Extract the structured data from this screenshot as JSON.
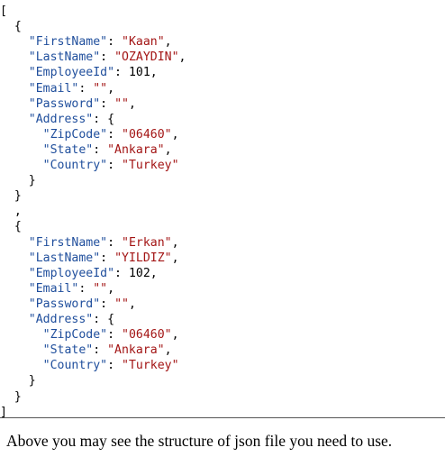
{
  "code": {
    "lines": [
      [
        {
          "t": "[",
          "k": "punc"
        }
      ],
      [
        {
          "t": "  {",
          "k": "punc"
        }
      ],
      [
        {
          "t": "    ",
          "k": "punc"
        },
        {
          "t": "\"FirstName\"",
          "k": "key"
        },
        {
          "t": ": ",
          "k": "punc"
        },
        {
          "t": "\"Kaan\"",
          "k": "str"
        },
        {
          "t": ",",
          "k": "punc"
        }
      ],
      [
        {
          "t": "    ",
          "k": "punc"
        },
        {
          "t": "\"LastName\"",
          "k": "key"
        },
        {
          "t": ": ",
          "k": "punc"
        },
        {
          "t": "\"OZAYDIN\"",
          "k": "str"
        },
        {
          "t": ",",
          "k": "punc"
        }
      ],
      [
        {
          "t": "    ",
          "k": "punc"
        },
        {
          "t": "\"EmployeeId\"",
          "k": "key"
        },
        {
          "t": ": ",
          "k": "punc"
        },
        {
          "t": "101",
          "k": "num"
        },
        {
          "t": ",",
          "k": "punc"
        }
      ],
      [
        {
          "t": "    ",
          "k": "punc"
        },
        {
          "t": "\"Email\"",
          "k": "key"
        },
        {
          "t": ": ",
          "k": "punc"
        },
        {
          "t": "\"\"",
          "k": "str"
        },
        {
          "t": ",",
          "k": "punc"
        }
      ],
      [
        {
          "t": "    ",
          "k": "punc"
        },
        {
          "t": "\"Password\"",
          "k": "key"
        },
        {
          "t": ": ",
          "k": "punc"
        },
        {
          "t": "\"\"",
          "k": "str"
        },
        {
          "t": ",",
          "k": "punc"
        }
      ],
      [
        {
          "t": "    ",
          "k": "punc"
        },
        {
          "t": "\"Address\"",
          "k": "key"
        },
        {
          "t": ": {",
          "k": "punc"
        }
      ],
      [
        {
          "t": "      ",
          "k": "punc"
        },
        {
          "t": "\"ZipCode\"",
          "k": "key"
        },
        {
          "t": ": ",
          "k": "punc"
        },
        {
          "t": "\"06460\"",
          "k": "str"
        },
        {
          "t": ",",
          "k": "punc"
        }
      ],
      [
        {
          "t": "      ",
          "k": "punc"
        },
        {
          "t": "\"State\"",
          "k": "key"
        },
        {
          "t": ": ",
          "k": "punc"
        },
        {
          "t": "\"Ankara\"",
          "k": "str"
        },
        {
          "t": ",",
          "k": "punc"
        }
      ],
      [
        {
          "t": "      ",
          "k": "punc"
        },
        {
          "t": "\"Country\"",
          "k": "key"
        },
        {
          "t": ": ",
          "k": "punc"
        },
        {
          "t": "\"Turkey\"",
          "k": "str"
        }
      ],
      [
        {
          "t": "    }",
          "k": "punc"
        }
      ],
      [
        {
          "t": "  }",
          "k": "punc"
        }
      ],
      [
        {
          "t": "  ,",
          "k": "punc"
        }
      ],
      [
        {
          "t": "  {",
          "k": "punc"
        }
      ],
      [
        {
          "t": "    ",
          "k": "punc"
        },
        {
          "t": "\"FirstName\"",
          "k": "key"
        },
        {
          "t": ": ",
          "k": "punc"
        },
        {
          "t": "\"Erkan\"",
          "k": "str"
        },
        {
          "t": ",",
          "k": "punc"
        }
      ],
      [
        {
          "t": "    ",
          "k": "punc"
        },
        {
          "t": "\"LastName\"",
          "k": "key"
        },
        {
          "t": ": ",
          "k": "punc"
        },
        {
          "t": "\"YILDIZ\"",
          "k": "str"
        },
        {
          "t": ",",
          "k": "punc"
        }
      ],
      [
        {
          "t": "    ",
          "k": "punc"
        },
        {
          "t": "\"EmployeeId\"",
          "k": "key"
        },
        {
          "t": ": ",
          "k": "punc"
        },
        {
          "t": "102",
          "k": "num"
        },
        {
          "t": ",",
          "k": "punc"
        }
      ],
      [
        {
          "t": "    ",
          "k": "punc"
        },
        {
          "t": "\"Email\"",
          "k": "key"
        },
        {
          "t": ": ",
          "k": "punc"
        },
        {
          "t": "\"\"",
          "k": "str"
        },
        {
          "t": ",",
          "k": "punc"
        }
      ],
      [
        {
          "t": "    ",
          "k": "punc"
        },
        {
          "t": "\"Password\"",
          "k": "key"
        },
        {
          "t": ": ",
          "k": "punc"
        },
        {
          "t": "\"\"",
          "k": "str"
        },
        {
          "t": ",",
          "k": "punc"
        }
      ],
      [
        {
          "t": "    ",
          "k": "punc"
        },
        {
          "t": "\"Address\"",
          "k": "key"
        },
        {
          "t": ": {",
          "k": "punc"
        }
      ],
      [
        {
          "t": "      ",
          "k": "punc"
        },
        {
          "t": "\"ZipCode\"",
          "k": "key"
        },
        {
          "t": ": ",
          "k": "punc"
        },
        {
          "t": "\"06460\"",
          "k": "str"
        },
        {
          "t": ",",
          "k": "punc"
        }
      ],
      [
        {
          "t": "      ",
          "k": "punc"
        },
        {
          "t": "\"State\"",
          "k": "key"
        },
        {
          "t": ": ",
          "k": "punc"
        },
        {
          "t": "\"Ankara\"",
          "k": "str"
        },
        {
          "t": ",",
          "k": "punc"
        }
      ],
      [
        {
          "t": "      ",
          "k": "punc"
        },
        {
          "t": "\"Country\"",
          "k": "key"
        },
        {
          "t": ": ",
          "k": "punc"
        },
        {
          "t": "\"Turkey\"",
          "k": "str"
        }
      ],
      [
        {
          "t": "    }",
          "k": "punc"
        }
      ],
      [
        {
          "t": "  }",
          "k": "punc"
        }
      ],
      [
        {
          "t": "]",
          "k": "punc"
        }
      ]
    ],
    "colors": {
      "key": "#1f4e9c",
      "string": "#a31515",
      "number": "#000000",
      "punctuation": "#000000"
    }
  },
  "caption": "Above you may see the structure of json file you need to use."
}
